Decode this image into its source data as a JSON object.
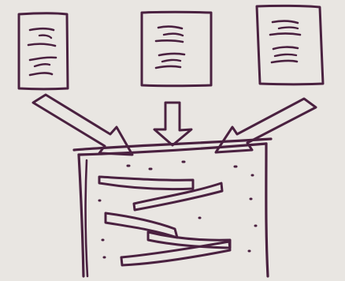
{
  "colors": {
    "background": "#e9e6e2",
    "ink": "#4a2140"
  },
  "diagram": {
    "sources": [
      {
        "name": "document-left",
        "icon": "handwritten-document-icon"
      },
      {
        "name": "document-center",
        "icon": "handwritten-document-icon"
      },
      {
        "name": "document-right",
        "icon": "handwritten-document-icon"
      }
    ],
    "arrows": [
      {
        "name": "arrow-left",
        "direction": "down-right"
      },
      {
        "name": "arrow-center",
        "direction": "down"
      },
      {
        "name": "arrow-right",
        "direction": "down-left"
      }
    ],
    "target": {
      "name": "container-box",
      "content": "mixed-strips"
    }
  }
}
